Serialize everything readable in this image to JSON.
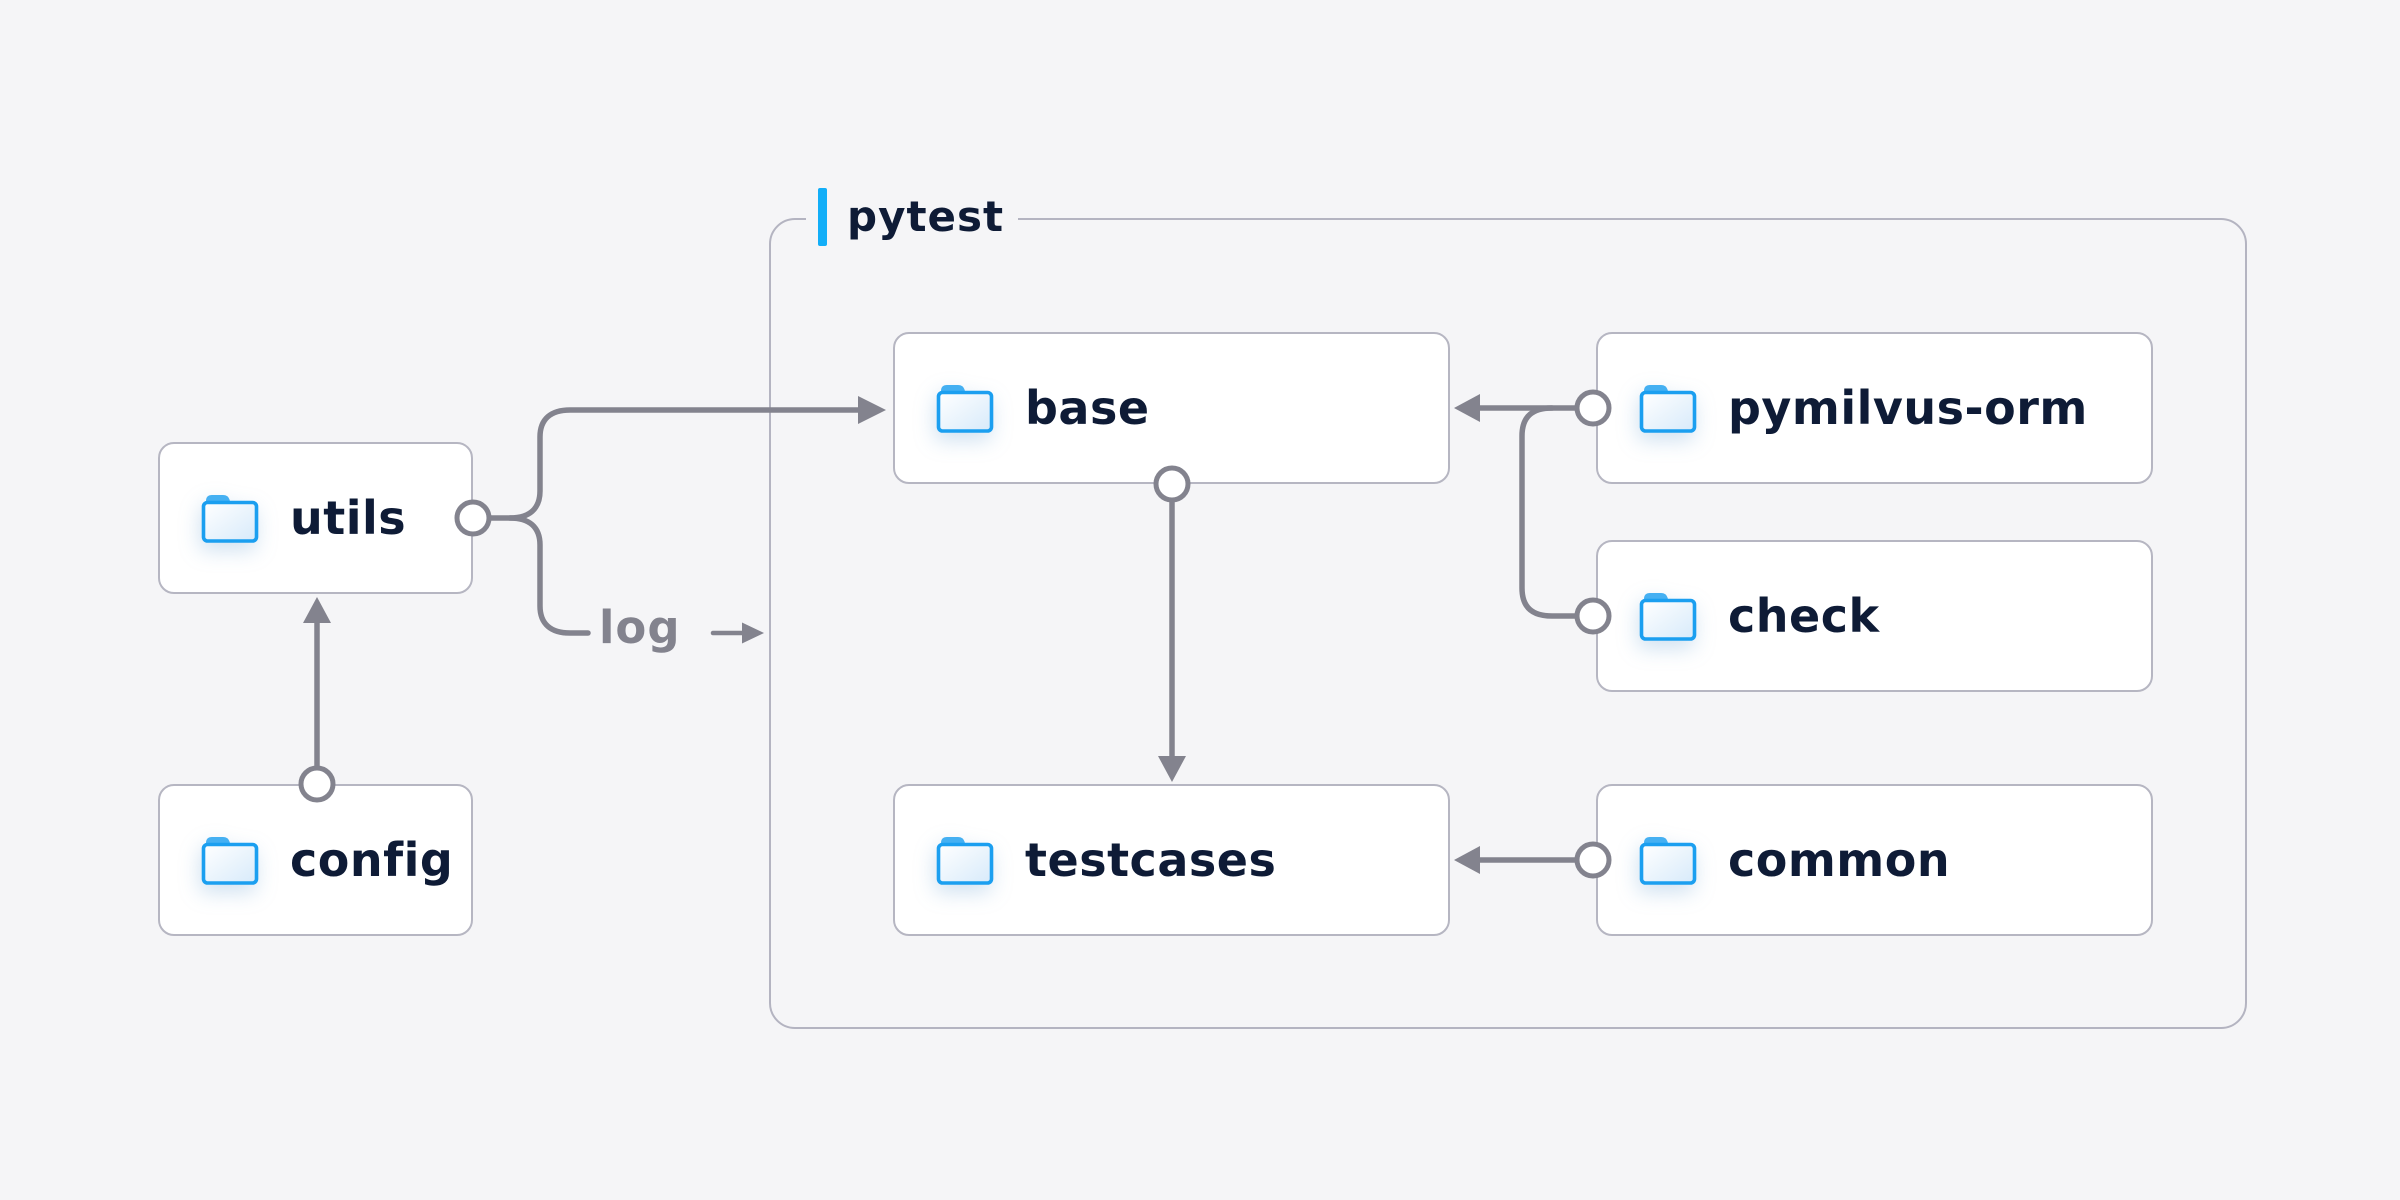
{
  "diagram": {
    "container_label": "pytest",
    "edge_label": "log",
    "nodes": {
      "utils": {
        "label": "utils",
        "icon": "folder-icon"
      },
      "config": {
        "label": "config",
        "icon": "folder-icon"
      },
      "base": {
        "label": "base",
        "icon": "folder-icon"
      },
      "testcases": {
        "label": "testcases",
        "icon": "folder-icon"
      },
      "pymilvus_orm": {
        "label": "pymilvus-orm",
        "icon": "folder-icon"
      },
      "check": {
        "label": "check",
        "icon": "folder-icon"
      },
      "common": {
        "label": "common",
        "icon": "folder-icon"
      }
    },
    "edges": [
      {
        "from": "utils",
        "to": "base",
        "style": "arrow"
      },
      {
        "from": "utils",
        "to": "pytest-container",
        "annotation": "log",
        "style": "arrow"
      },
      {
        "from": "config",
        "to": "utils",
        "style": "arrow"
      },
      {
        "from": "base",
        "to": "testcases",
        "style": "arrow"
      },
      {
        "from": "pymilvus-orm",
        "to": "base",
        "style": "arrow"
      },
      {
        "from": "check",
        "to": "base",
        "style": "arrow"
      },
      {
        "from": "common",
        "to": "testcases",
        "style": "arrow"
      }
    ],
    "colors": {
      "background": "#f5f5f7",
      "node_fill": "#ffffff",
      "node_border": "#b6b6c2",
      "container_border": "#b4b4c1",
      "connector": "#83838e",
      "label_text": "#0e1b36",
      "edge_label_text": "#83838e",
      "accent_bar": "#12aef8",
      "folder_outline": "#1b9ff0",
      "folder_tab": "#45b0f2"
    }
  }
}
